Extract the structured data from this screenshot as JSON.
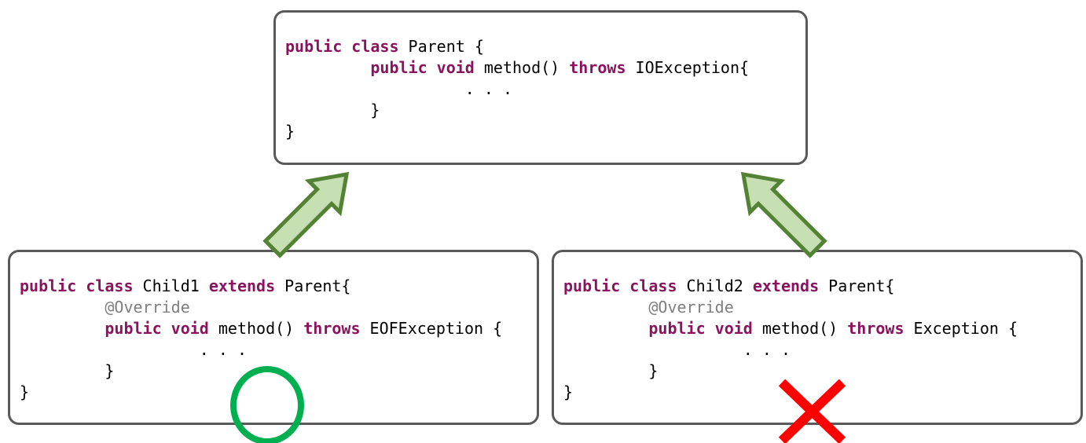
{
  "palette": {
    "background": "#ffffff",
    "keyword": "#8B135E",
    "code_text": "#000000",
    "annotation": "#7F7F7F",
    "box_border": "#595959",
    "arrow_fill": "#C6E0B4",
    "arrow_stroke": "#548235",
    "ok_color": "#00B050",
    "fail_color": "#FF0000"
  },
  "boxes": {
    "parent": {
      "title": "Parent",
      "lines": [
        [
          {
            "t": "public",
            "s": "k"
          },
          {
            "t": " ",
            "s": "p"
          },
          {
            "t": "class",
            "s": "k"
          },
          {
            "t": " Parent {",
            "s": "p"
          }
        ],
        [
          {
            "t": "         ",
            "s": "p"
          },
          {
            "t": "public",
            "s": "k"
          },
          {
            "t": " ",
            "s": "p"
          },
          {
            "t": "void",
            "s": "k"
          },
          {
            "t": " method() ",
            "s": "p"
          },
          {
            "t": "throws",
            "s": "k"
          },
          {
            "t": " IOException{",
            "s": "p"
          }
        ],
        [
          {
            "t": "                   . . .",
            "s": "p"
          }
        ],
        [
          {
            "t": "         }",
            "s": "p"
          }
        ],
        [
          {
            "t": "}",
            "s": "p"
          }
        ]
      ]
    },
    "child1": {
      "title": "Child1",
      "lines": [
        [
          {
            "t": "public",
            "s": "k"
          },
          {
            "t": " ",
            "s": "p"
          },
          {
            "t": "class",
            "s": "k"
          },
          {
            "t": " Child1 ",
            "s": "p"
          },
          {
            "t": "extends",
            "s": "k"
          },
          {
            "t": " Parent{",
            "s": "p"
          }
        ],
        [
          {
            "t": "         ",
            "s": "p"
          },
          {
            "t": "@Override",
            "s": "g"
          }
        ],
        [
          {
            "t": "         ",
            "s": "p"
          },
          {
            "t": "public",
            "s": "k"
          },
          {
            "t": " ",
            "s": "p"
          },
          {
            "t": "void",
            "s": "k"
          },
          {
            "t": " method() ",
            "s": "p"
          },
          {
            "t": "throws",
            "s": "k"
          },
          {
            "t": " EOFException {",
            "s": "p"
          }
        ],
        [
          {
            "t": "                   . . .",
            "s": "p"
          }
        ],
        [
          {
            "t": "         }",
            "s": "p"
          }
        ],
        [
          {
            "t": "}",
            "s": "p"
          }
        ]
      ]
    },
    "child2": {
      "title": "Child2",
      "lines": [
        [
          {
            "t": "public",
            "s": "k"
          },
          {
            "t": " ",
            "s": "p"
          },
          {
            "t": "class",
            "s": "k"
          },
          {
            "t": " Child2 ",
            "s": "p"
          },
          {
            "t": "extends",
            "s": "k"
          },
          {
            "t": " Parent{",
            "s": "p"
          }
        ],
        [
          {
            "t": "         ",
            "s": "p"
          },
          {
            "t": "@Override",
            "s": "g"
          }
        ],
        [
          {
            "t": "         ",
            "s": "p"
          },
          {
            "t": "public",
            "s": "k"
          },
          {
            "t": " ",
            "s": "p"
          },
          {
            "t": "void",
            "s": "k"
          },
          {
            "t": " method() ",
            "s": "p"
          },
          {
            "t": "throws",
            "s": "k"
          },
          {
            "t": " Exception {",
            "s": "p"
          }
        ],
        [
          {
            "t": "                   . . .",
            "s": "p"
          }
        ],
        [
          {
            "t": "         }",
            "s": "p"
          }
        ],
        [
          {
            "t": "}",
            "s": "p"
          }
        ]
      ]
    }
  },
  "marks": {
    "ok": "valid-override-circle",
    "fail": "invalid-override-cross"
  }
}
